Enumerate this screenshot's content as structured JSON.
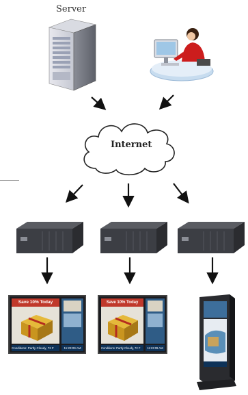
{
  "labels": {
    "server": "Server",
    "internet": "Internet"
  },
  "screens": [
    {
      "banner": "Save 10% Today",
      "ticker": "Conditions: Partly Cloudy, 72 F",
      "time": "11:23:09 AM"
    },
    {
      "banner": "Save 10% Today",
      "ticker": "Conditions: Partly Cloudy, 72 F",
      "time": "11:23:09 AM"
    }
  ],
  "icons": [
    "server-tower-icon",
    "user-at-desk-icon",
    "cloud-icon",
    "media-player-icon",
    "display-screen-icon",
    "kiosk-icon",
    "arrow-icon"
  ]
}
